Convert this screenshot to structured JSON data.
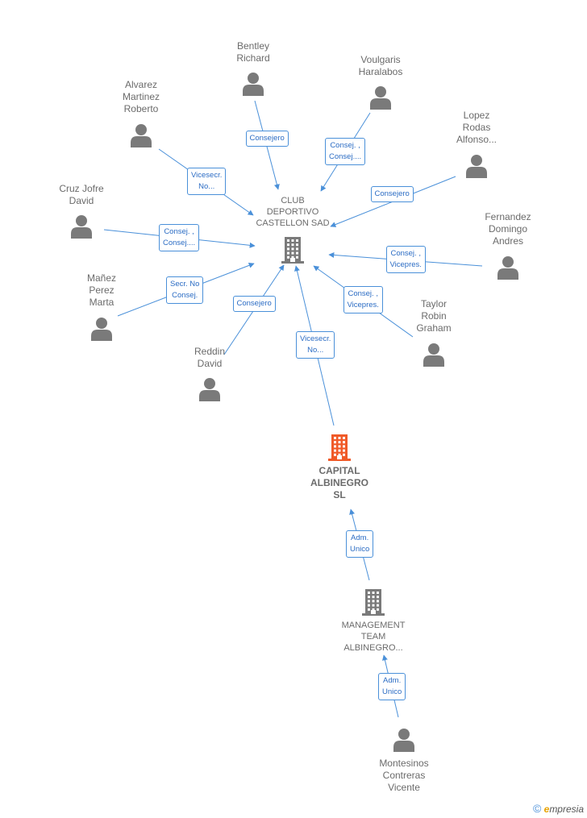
{
  "colors": {
    "edge": "#4a90d9",
    "icon": "#7a7a7a",
    "highlight": "#f05a28"
  },
  "companies": [
    {
      "id": "club",
      "label": "CLUB\nDEPORTIVO\nCASTELLON SAD",
      "icon": "building-icon"
    },
    {
      "id": "capital",
      "label": "CAPITAL\nALBINEGRO\nSL",
      "icon": "building-icon-highlight"
    },
    {
      "id": "mgmt",
      "label": "MANAGEMENT\nTEAM\nALBINEGRO...",
      "icon": "building-icon"
    }
  ],
  "persons": [
    {
      "id": "bentley",
      "label": "Bentley\nRichard"
    },
    {
      "id": "voulgaris",
      "label": "Voulgaris\nHaralabos"
    },
    {
      "id": "alvarez",
      "label": "Alvarez\nMartinez\nRoberto"
    },
    {
      "id": "lopez",
      "label": "Lopez\nRodas\nAlfonso..."
    },
    {
      "id": "cruz",
      "label": "Cruz Jofre\nDavid"
    },
    {
      "id": "fernandez",
      "label": "Fernandez\nDomingo\nAndres"
    },
    {
      "id": "manez",
      "label": "Mañez\nPerez\nMarta"
    },
    {
      "id": "taylor",
      "label": "Taylor\nRobin\nGraham"
    },
    {
      "id": "reddin",
      "label": "Reddin\nDavid"
    },
    {
      "id": "montesinos",
      "label": "Montesinos\nContreras\nVicente"
    }
  ],
  "relations": [
    {
      "from": "bentley",
      "to": "club",
      "label": "Consejero"
    },
    {
      "from": "voulgaris",
      "to": "club",
      "label": "Consej. ,\nConsej...."
    },
    {
      "from": "alvarez",
      "to": "club",
      "label": "Vicesecr.\nNo..."
    },
    {
      "from": "lopez",
      "to": "club",
      "label": "Consejero"
    },
    {
      "from": "cruz",
      "to": "club",
      "label": "Consej. ,\nConsej...."
    },
    {
      "from": "fernandez",
      "to": "club",
      "label": "Consej. ,\nVicepres."
    },
    {
      "from": "manez",
      "to": "club",
      "label": "Secr.  No\nConsej."
    },
    {
      "from": "reddin",
      "to": "club",
      "label": "Consejero"
    },
    {
      "from": "taylor",
      "to": "club",
      "label": "Consej. ,\nVicepres."
    },
    {
      "from": "capital",
      "to": "club",
      "label": "Vicesecr.\nNo..."
    },
    {
      "from": "mgmt",
      "to": "capital",
      "label": "Adm.\nUnico"
    },
    {
      "from": "montesinos",
      "to": "mgmt",
      "label": "Adm.\nUnico"
    }
  ],
  "footer": {
    "copyright": "©",
    "brand_e": "e",
    "brand_rest": "mpresia"
  }
}
